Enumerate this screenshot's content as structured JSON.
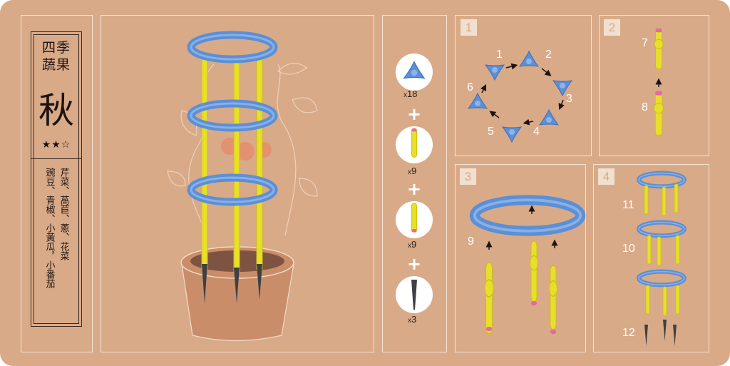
{
  "title": {
    "season": "四季\n蔬果",
    "big_char": "秋",
    "stars": "★★☆",
    "vegetables_col1": "芹菜、萵苣、蔥、花菜",
    "vegetables_col2": "豌豆、青椒、小黃瓜，小番茄"
  },
  "parts": [
    {
      "icon": "connector-icon",
      "qty": "18"
    },
    {
      "icon": "rod-icon",
      "qty": "9"
    },
    {
      "icon": "rod-icon",
      "qty": "9"
    },
    {
      "icon": "stake-icon",
      "qty": "3"
    }
  ],
  "qty_prefix": "x",
  "plus": "+",
  "steps": [
    {
      "number": "1"
    },
    {
      "number": "2"
    },
    {
      "number": "3"
    },
    {
      "number": "4"
    }
  ],
  "labels": {
    "ring": [
      "1",
      "2",
      "3",
      "4",
      "5",
      "6"
    ],
    "rod_top": "7",
    "rod_bottom": "8",
    "step3": "9",
    "step4_top": "11",
    "step4_mid": "10",
    "step4_bottom": "12"
  },
  "colors": {
    "background": "#d9aa88",
    "connector": "#5b8fd6",
    "rod": "#e7df2a",
    "stake": "#3f3f46",
    "cap": "#e46aa0"
  }
}
